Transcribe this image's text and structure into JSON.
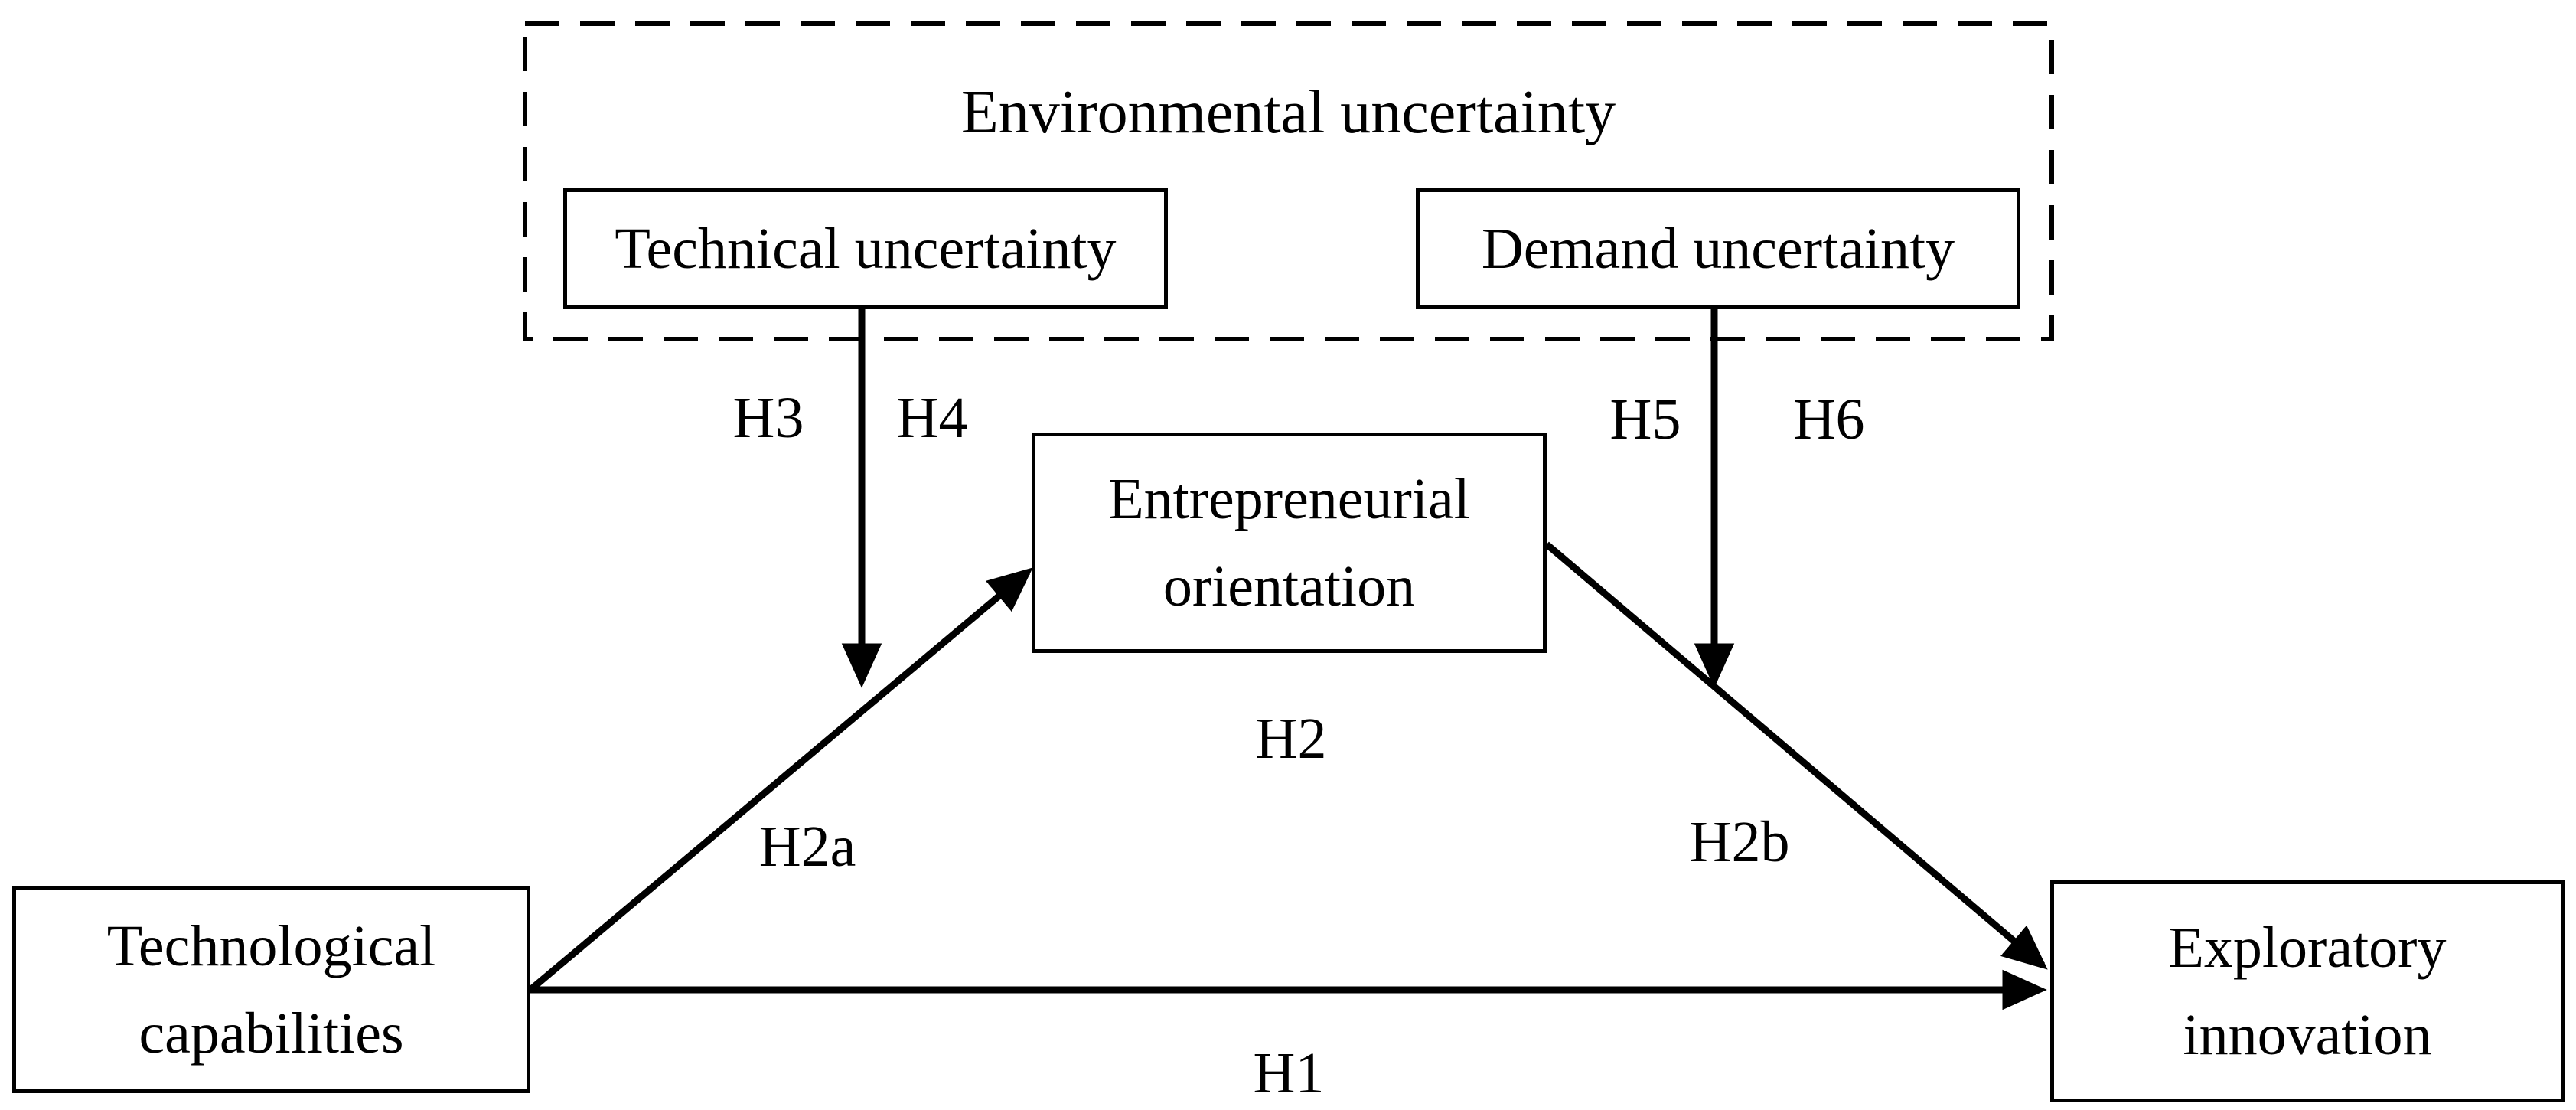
{
  "figure": {
    "colors": {
      "background": "#ffffff",
      "line": "#000000",
      "box_fill": "#ffffff",
      "text": "#000000"
    },
    "group_box": {
      "label": "Environmental uncertainty"
    },
    "nodes": {
      "technical_uncertainty": {
        "label": "Technical uncertainty"
      },
      "demand_uncertainty": {
        "label": "Demand uncertainty"
      },
      "entrepreneurial_orientation": {
        "line1": "Entrepreneurial",
        "line2": "orientation"
      },
      "technological_capabilities": {
        "line1": "Technological",
        "line2": "capabilities"
      },
      "exploratory_innovation": {
        "line1": "Exploratory",
        "line2": "innovation"
      }
    },
    "hypothesis_labels": {
      "h1": "H1",
      "h2": "H2",
      "h2a": "H2a",
      "h2b": "H2b",
      "h3": "H3",
      "h4": "H4",
      "h5": "H5",
      "h6": "H6"
    }
  }
}
